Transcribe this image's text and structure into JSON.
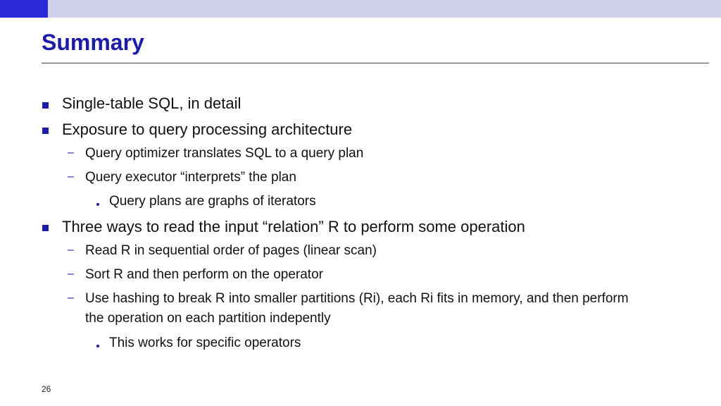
{
  "slide": {
    "title": "Summary",
    "page_number": "26",
    "accent_color": "#1c1ca8",
    "topbar_color": "#cfd0ec"
  },
  "bullets": [
    {
      "level": 1,
      "text": "Single-table SQL, in detail"
    },
    {
      "level": 1,
      "text": "Exposure to query processing architecture"
    },
    {
      "level": 2,
      "text": "Query optimizer translates SQL to a query plan"
    },
    {
      "level": 2,
      "text": "Query executor “interprets” the plan"
    },
    {
      "level": 3,
      "text": "Query plans are graphs of iterators"
    },
    {
      "level": 1,
      "text": "Three ways to read the input “relation” R to perform some operation"
    },
    {
      "level": 2,
      "text": "Read R in sequential order of pages (linear scan)"
    },
    {
      "level": 2,
      "text": "Sort R and then perform on the operator"
    },
    {
      "level": 2,
      "text": "Use hashing to break R into smaller partitions (Ri), each Ri fits in memory, and then perform the operation on each partition indepently"
    },
    {
      "level": 3,
      "text": "This works for specific operators"
    }
  ]
}
